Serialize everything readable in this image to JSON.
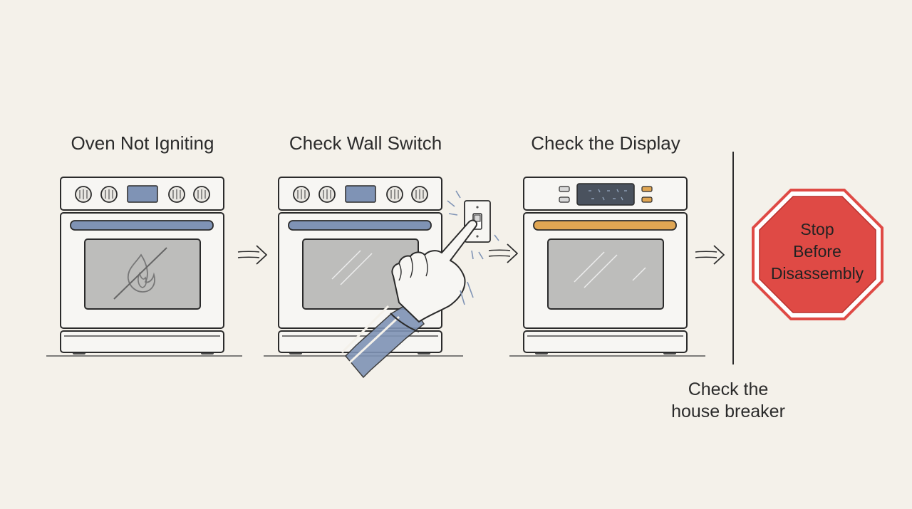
{
  "steps": [
    {
      "title": "Oven Not Igniting",
      "icon": "no-flame-icon"
    },
    {
      "title": "Check Wall Switch",
      "icon": "wall-switch-icon"
    },
    {
      "title": "Check the Display",
      "icon": "display-icon"
    }
  ],
  "breaker_note": {
    "line1": "Check the",
    "line2": "house breaker"
  },
  "stop_sign": {
    "lines": [
      "Stop",
      "Before",
      "Disassembly"
    ],
    "color": "#df4a45"
  },
  "colors": {
    "background": "#f4f1ea",
    "ink": "#2b2b2b",
    "handle_blue": "#7f93b5",
    "handle_orange": "#e0a653",
    "window_gray": "#bdbdbb"
  }
}
